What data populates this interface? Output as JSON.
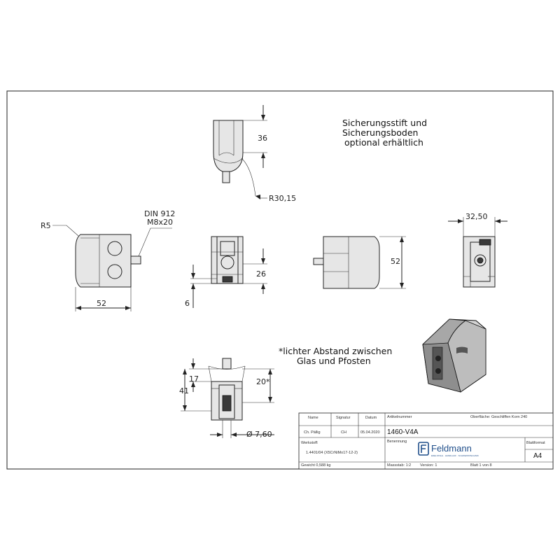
{
  "dimensions": {
    "d36": "36",
    "r30": "R30,15",
    "r5": "R5",
    "din": "DIN 912",
    "m8": "M8x20",
    "w52": "52",
    "h26": "26",
    "t6": "6",
    "h52": "52",
    "w32": "32,50",
    "d17": "17",
    "d41": "41",
    "d20": "20*",
    "dia": "Ø 7,60"
  },
  "notes": {
    "top_line1": "Sicherungsstift und",
    "top_line2": "Sicherungsboden",
    "top_line3": "optional erhältlich",
    "mid_line1": "*lichter Abstand zwischen",
    "mid_line2": "Glas und Pfosten"
  },
  "title_block": {
    "hdr_name": "Name",
    "hdr_signature": "Signatur",
    "hdr_date": "Datum",
    "name": "Ch. Pällig",
    "signature": "CH",
    "date": "05.04.2020",
    "article_label": "Artikelnummer",
    "article_number": "1460-V4A",
    "surface": "Oberfläche: Geschliffen Korn 240",
    "material_label": "Werkstoff:",
    "material": "1.4401/04 (X5CrNiMo17-12-2)",
    "designation_label": "Benennung",
    "logo_text": "Feldmann",
    "logo_sub": "EDELSTAHL · HANDLAUF · SCHWEISSTECHNIK",
    "format_label": "Blattformat",
    "format": "A4",
    "weight": "Gewicht 0,588 kg",
    "scale": "Massstab: 1:2",
    "version": "Version: 1",
    "sheet": "Blatt 1 von 8"
  }
}
